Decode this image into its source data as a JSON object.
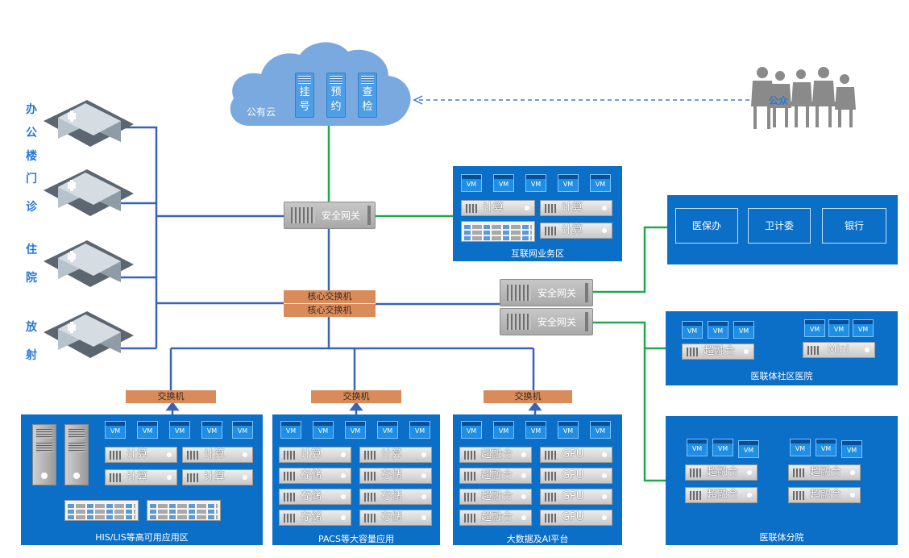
{
  "public_cloud": {
    "label": "公有云",
    "services": [
      {
        "chars": [
          "挂",
          "号"
        ]
      },
      {
        "chars": [
          "预",
          "约"
        ]
      },
      {
        "chars": [
          "查",
          "检"
        ]
      }
    ]
  },
  "public": {
    "label": "公众"
  },
  "buildings": [
    {
      "label_chars": [
        "办",
        "公",
        "楼"
      ],
      "caption": "Hospital"
    },
    {
      "label_chars": [
        "门",
        "诊"
      ],
      "caption": "Hospital"
    },
    {
      "label_chars": [
        "住",
        "院"
      ],
      "caption": "Hospital"
    },
    {
      "label_chars": [
        "放",
        "射"
      ],
      "caption": "Hospital"
    }
  ],
  "gateway_main": {
    "label": "安全网关"
  },
  "core_switches": [
    "核心交换机",
    "核心交换机"
  ],
  "gateway_pair": [
    "安全网关",
    "安全网关"
  ],
  "switch_label": "交换机",
  "vm_label": "VM",
  "internet_zone": {
    "title": "互联网业务区",
    "servers": [
      "计算",
      "计算",
      "计算"
    ]
  },
  "external_orgs": [
    "医保办",
    "卫计委",
    "银行"
  ],
  "community_zone": {
    "title": "医联体社区医院",
    "servers": [
      "超融合",
      "Mini"
    ]
  },
  "branch_zone": {
    "title": "医联体分院",
    "servers": [
      "超融合",
      "超融合",
      "超融合",
      "超融合"
    ]
  },
  "his_zone": {
    "title": "HIS/LIS等高可用应用区",
    "servers": [
      "计算",
      "计算",
      "计算",
      "计算"
    ]
  },
  "pacs_zone": {
    "title": "PACS等大容量应用",
    "servers": [
      "计算",
      "计算",
      "存储",
      "存储",
      "存储",
      "存储",
      "存储",
      "存储"
    ]
  },
  "bigdata_zone": {
    "title": "大数据及AI平台",
    "servers": [
      "超融合",
      "GPU",
      "超融合",
      "GPU",
      "超融合",
      "GPU",
      "超融合",
      "GPU"
    ]
  },
  "colors": {
    "zone": "#0c6fc7",
    "wire_blue": "#3a63b8",
    "wire_green": "#22a84a",
    "cloud": "#7aa9e0",
    "switch": "#d98b5a"
  }
}
